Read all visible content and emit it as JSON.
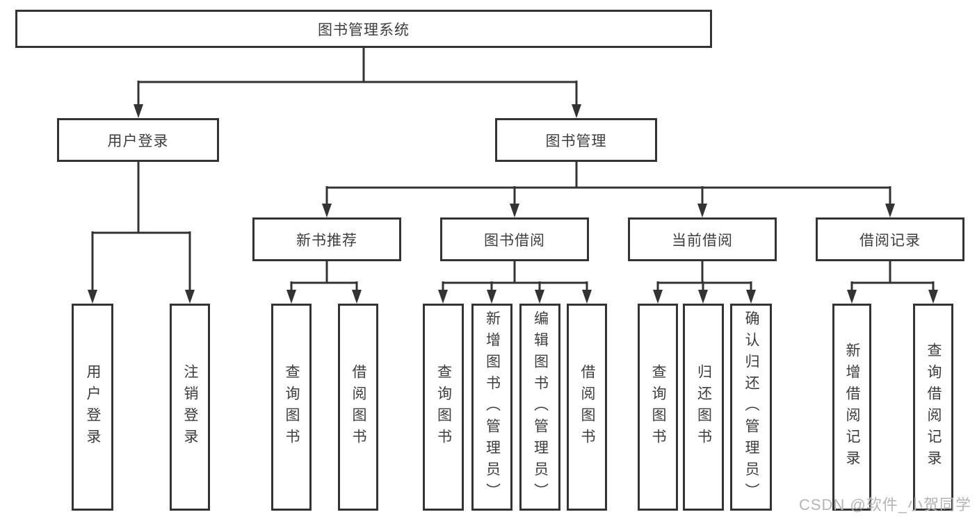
{
  "colors": {
    "line": "#333333",
    "text": "#3d3d3d",
    "background": "#ffffff",
    "watermark": "#b4b4b4"
  },
  "diagram": {
    "root": "图书管理系统",
    "login": {
      "label": "用户登录",
      "children": [
        "用户登录",
        "注销登录"
      ]
    },
    "manage": {
      "label": "图书管理",
      "groups": [
        {
          "label": "新书推荐",
          "children": [
            "查询图书",
            "借阅图书"
          ]
        },
        {
          "label": "图书借阅",
          "children": [
            "查询图书",
            "新增图书（管理员）",
            "编辑图书（管理员）",
            "借阅图书"
          ]
        },
        {
          "label": "当前借阅",
          "children": [
            "查询图书",
            "归还图书",
            "确认归还（管理员）"
          ]
        },
        {
          "label": "借阅记录",
          "children": [
            "新增借阅记录",
            "查询借阅记录"
          ]
        }
      ]
    },
    "watermark": "CSDN @软件_小贺同学"
  }
}
